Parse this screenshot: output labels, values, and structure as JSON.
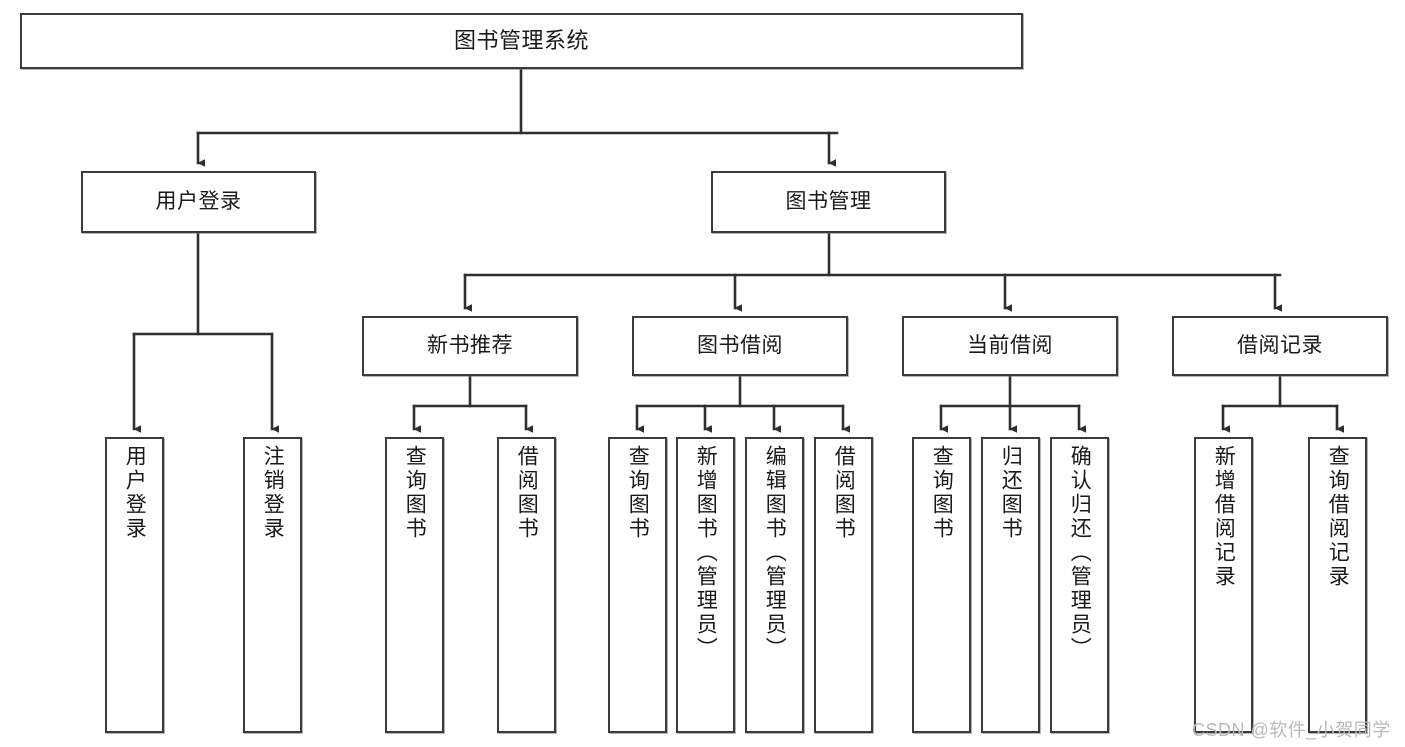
{
  "diagram": {
    "type": "tree-hierarchy",
    "title": "图书管理系统",
    "root": {
      "label": "图书管理系统"
    },
    "level2": [
      {
        "id": "user-login",
        "label": "用户登录"
      },
      {
        "id": "book-management",
        "label": "图书管理"
      }
    ],
    "level3": [
      {
        "id": "new-book-recommend",
        "label": "新书推荐",
        "parent": "book-management"
      },
      {
        "id": "book-borrow",
        "label": "图书借阅",
        "parent": "book-management"
      },
      {
        "id": "current-borrow",
        "label": "当前借阅",
        "parent": "book-management"
      },
      {
        "id": "borrow-record",
        "label": "借阅记录",
        "parent": "book-management"
      }
    ],
    "leaves": [
      {
        "id": "leaf-user-login",
        "label": "用户登录",
        "parent": "user-login"
      },
      {
        "id": "leaf-user-logout",
        "label": "注销登录",
        "parent": "user-login"
      },
      {
        "id": "leaf-query-book-1",
        "label": "查询图书",
        "parent": "new-book-recommend"
      },
      {
        "id": "leaf-borrow-book-1",
        "label": "借阅图书",
        "parent": "new-book-recommend"
      },
      {
        "id": "leaf-query-book-2",
        "label": "查询图书",
        "parent": "book-borrow"
      },
      {
        "id": "leaf-add-book-admin",
        "label": "新增图书（管理员）",
        "parent": "book-borrow"
      },
      {
        "id": "leaf-edit-book-admin",
        "label": "编辑图书（管理员）",
        "parent": "book-borrow"
      },
      {
        "id": "leaf-borrow-book-2",
        "label": "借阅图书",
        "parent": "book-borrow"
      },
      {
        "id": "leaf-query-book-3",
        "label": "查询图书",
        "parent": "current-borrow"
      },
      {
        "id": "leaf-return-book",
        "label": "归还图书",
        "parent": "current-borrow"
      },
      {
        "id": "leaf-confirm-return-admin",
        "label": "确认归还（管理员）",
        "parent": "current-borrow"
      },
      {
        "id": "leaf-add-borrow-record",
        "label": "新增借阅记录",
        "parent": "borrow-record"
      },
      {
        "id": "leaf-query-borrow-record",
        "label": "查询借阅记录",
        "parent": "borrow-record"
      }
    ]
  },
  "watermark": {
    "text": "CSDN @软件_小贺同学"
  },
  "colors": {
    "box_border": "#3b3b3b",
    "box_fill": "#ffffff",
    "connector": "#2f2f2f",
    "text": "#1a1a1a",
    "watermark": "#b9b9b9",
    "background": "#ffffff"
  }
}
